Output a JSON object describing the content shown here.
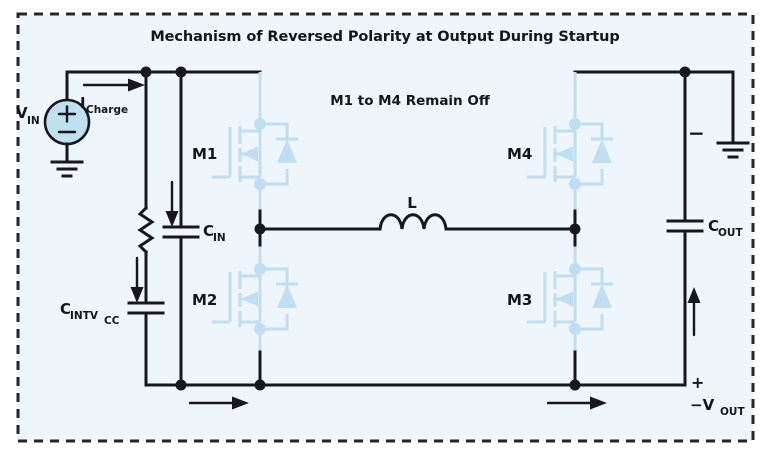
{
  "figure": {
    "title": "Mechanism of Reversed Polarity at Output During Startup",
    "subtitle": "M1 to M4 Remain Off",
    "background_color": "#eef6fb",
    "border_color": "#23262c",
    "wire_color": "#16181d",
    "mosfet_color": "#bfdef2",
    "source_fill_color": "#bfe0f0"
  },
  "labels": {
    "vin": "V",
    "vin_sub": "IN",
    "icharge": "I",
    "icharge_sub": "Charge",
    "cin": "C",
    "cin_sub": "IN",
    "cintvcc": "C",
    "cintvcc_sub1": "INTV",
    "cintvcc_sub2": "CC",
    "cout": "C",
    "cout_sub": "OUT",
    "vout": "−V",
    "vout_sub": "OUT",
    "inductor": "L",
    "m1": "M1",
    "m2": "M2",
    "m3": "M3",
    "m4": "M4",
    "plus_sign": "+",
    "minus_sign": "−",
    "source_plus": "+",
    "source_minus": "−"
  },
  "components": [
    {
      "name": "voltage-source-vin",
      "type": "dc-source",
      "label": "V_IN"
    },
    {
      "name": "resistor-intvcc",
      "type": "resistor"
    },
    {
      "name": "capacitor-cintvcc",
      "type": "capacitor",
      "label": "C_INTVCC"
    },
    {
      "name": "capacitor-cin",
      "type": "capacitor",
      "label": "C_IN"
    },
    {
      "name": "capacitor-cout",
      "type": "capacitor",
      "label": "C_OUT"
    },
    {
      "name": "inductor-l",
      "type": "inductor",
      "label": "L"
    },
    {
      "name": "mosfet-m1",
      "type": "nmos-with-body-diode",
      "label": "M1"
    },
    {
      "name": "mosfet-m2",
      "type": "nmos-with-body-diode",
      "label": "M2"
    },
    {
      "name": "mosfet-m3",
      "type": "nmos-with-body-diode",
      "label": "M3"
    },
    {
      "name": "mosfet-m4",
      "type": "nmos-with-body-diode",
      "label": "M4"
    },
    {
      "name": "ground-input",
      "type": "ground"
    },
    {
      "name": "ground-output",
      "type": "ground"
    }
  ],
  "current_arrows": [
    {
      "name": "arrow-icharge-top",
      "direction": "right",
      "label": "I_Charge"
    },
    {
      "name": "arrow-cin-down",
      "direction": "down"
    },
    {
      "name": "arrow-cintvcc-down",
      "direction": "down"
    },
    {
      "name": "arrow-bottom-left",
      "direction": "right"
    },
    {
      "name": "arrow-bottom-right",
      "direction": "right"
    },
    {
      "name": "arrow-output-up",
      "direction": "up"
    }
  ]
}
